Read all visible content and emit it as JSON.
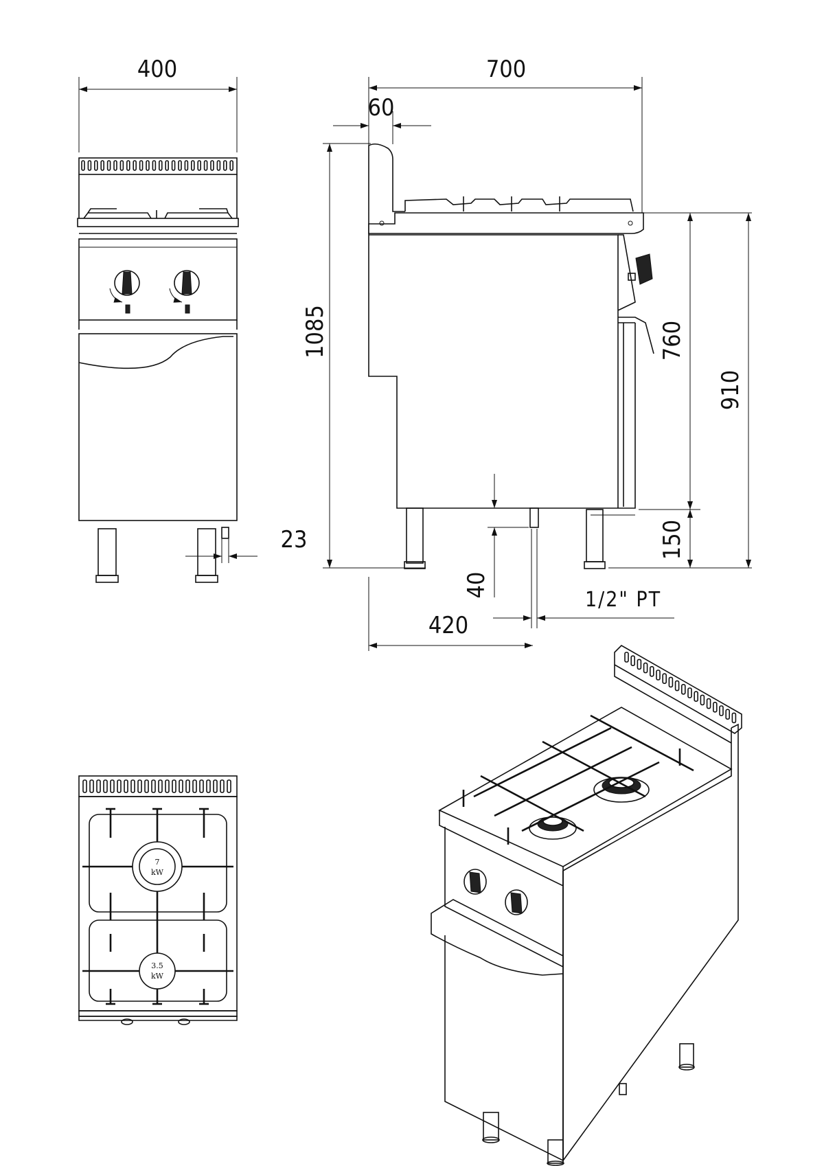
{
  "dimensions": {
    "front_width": "400",
    "side_depth": "700",
    "backsplash": "60",
    "overall_height": "1085",
    "gas_inlet_offset": "23",
    "work_height": "760",
    "total_height": "910",
    "leg_height": "150",
    "inlet_height": "40",
    "inlet_depth": "420",
    "pipe_thread": "1/2\" PT"
  },
  "burners": {
    "rear_power_top": "7",
    "rear_unit": "kW",
    "front_power_top": "3.5",
    "front_unit": "kW"
  },
  "colors": {
    "line": "#111111",
    "background": "#ffffff"
  }
}
